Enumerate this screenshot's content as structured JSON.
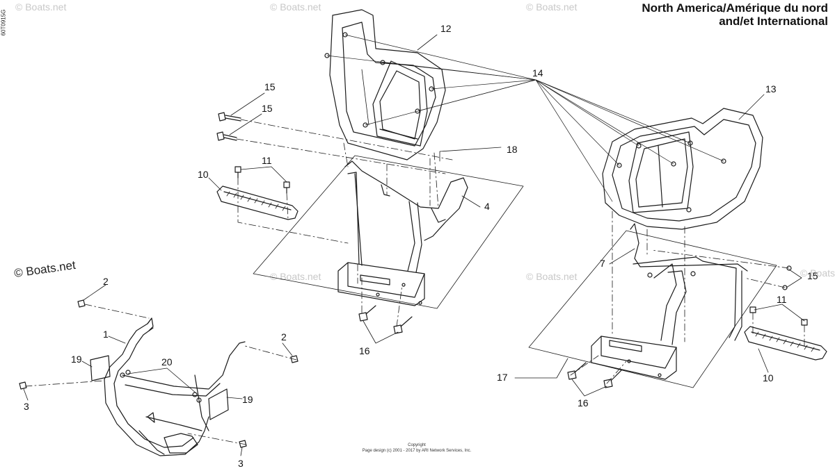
{
  "header": {
    "region_line1": "North America/Amérique du nord",
    "region_line2": "and/et International"
  },
  "side_code": "60T0915G",
  "watermark": {
    "main": "© Boats.net",
    "faint": "© Boats.net"
  },
  "footer": {
    "line1": "Copyright",
    "line2": "Page design (c) 2001 - 2017 by ARI Network Services, Inc."
  },
  "callouts": {
    "c1": "1",
    "c2a": "2",
    "c2b": "2",
    "c3a": "3",
    "c3b": "3",
    "c4": "4",
    "c7": "7",
    "c10a": "10",
    "c10b": "10",
    "c11a": "11",
    "c11b": "11",
    "c12": "12",
    "c13": "13",
    "c14": "14",
    "c15a": "15",
    "c15b": "15",
    "c15c": "15",
    "c16a": "16",
    "c16b": "16",
    "c17": "17",
    "c18": "18",
    "c19a": "19",
    "c19b": "19",
    "c20": "20"
  },
  "colors": {
    "line": "#1a1a1a",
    "watermark": "#c8c8c8"
  }
}
